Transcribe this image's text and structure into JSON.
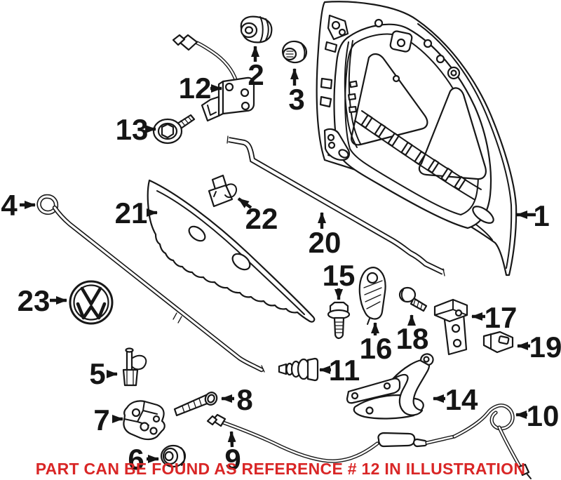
{
  "colors": {
    "line": "#171717",
    "background": "#ffffff",
    "caption": "#d92626"
  },
  "caption": {
    "text": "PART CAN BE FOUND AS REFERENCE # 12 IN ILLUSTRATION"
  },
  "callouts": [
    {
      "number": "1"
    },
    {
      "number": "2"
    },
    {
      "number": "3"
    },
    {
      "number": "4"
    },
    {
      "number": "5"
    },
    {
      "number": "6"
    },
    {
      "number": "7"
    },
    {
      "number": "8"
    },
    {
      "number": "9"
    },
    {
      "number": "10"
    },
    {
      "number": "11"
    },
    {
      "number": "12"
    },
    {
      "number": "13"
    },
    {
      "number": "14"
    },
    {
      "number": "15"
    },
    {
      "number": "16"
    },
    {
      "number": "17"
    },
    {
      "number": "18"
    },
    {
      "number": "19"
    },
    {
      "number": "20"
    },
    {
      "number": "21"
    },
    {
      "number": "22"
    },
    {
      "number": "23"
    }
  ]
}
